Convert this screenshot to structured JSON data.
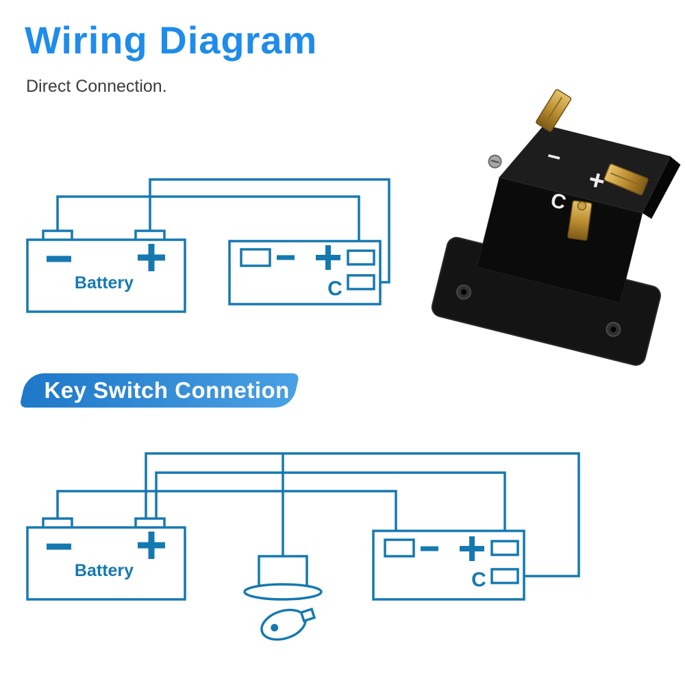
{
  "header": {
    "title": "Wiring Diagram",
    "subtitle": "Direct Connection."
  },
  "sections": {
    "key_switch_banner": "Key Switch Connetion"
  },
  "colors": {
    "diagram_stroke": "#1579b0",
    "title_blue": "#1f8ceb",
    "banner_gradient_start": "#1e78c8",
    "banner_gradient_end": "#4aa0e4",
    "product_body": "#0b0b0b",
    "product_terminal_gold": "#b88a2e"
  },
  "diagram_direct": {
    "battery": {
      "label": "Battery",
      "terminal_icons": [
        "minus",
        "plus"
      ]
    },
    "meter": {
      "c_label": "C",
      "symbol_icons": [
        "terminal-box",
        "minus",
        "plus",
        "terminal-box",
        "terminal-box"
      ]
    }
  },
  "diagram_key_switch": {
    "battery": {
      "label": "Battery",
      "terminal_icons": [
        "minus",
        "plus"
      ]
    },
    "key_switch_icon": "key-switch",
    "meter": {
      "c_label": "C",
      "symbol_icons": [
        "terminal-box",
        "minus",
        "plus",
        "terminal-box",
        "terminal-box"
      ]
    }
  },
  "product_photo": {
    "top_labels": {
      "minus": "−",
      "plus": "+",
      "c": "C"
    }
  }
}
